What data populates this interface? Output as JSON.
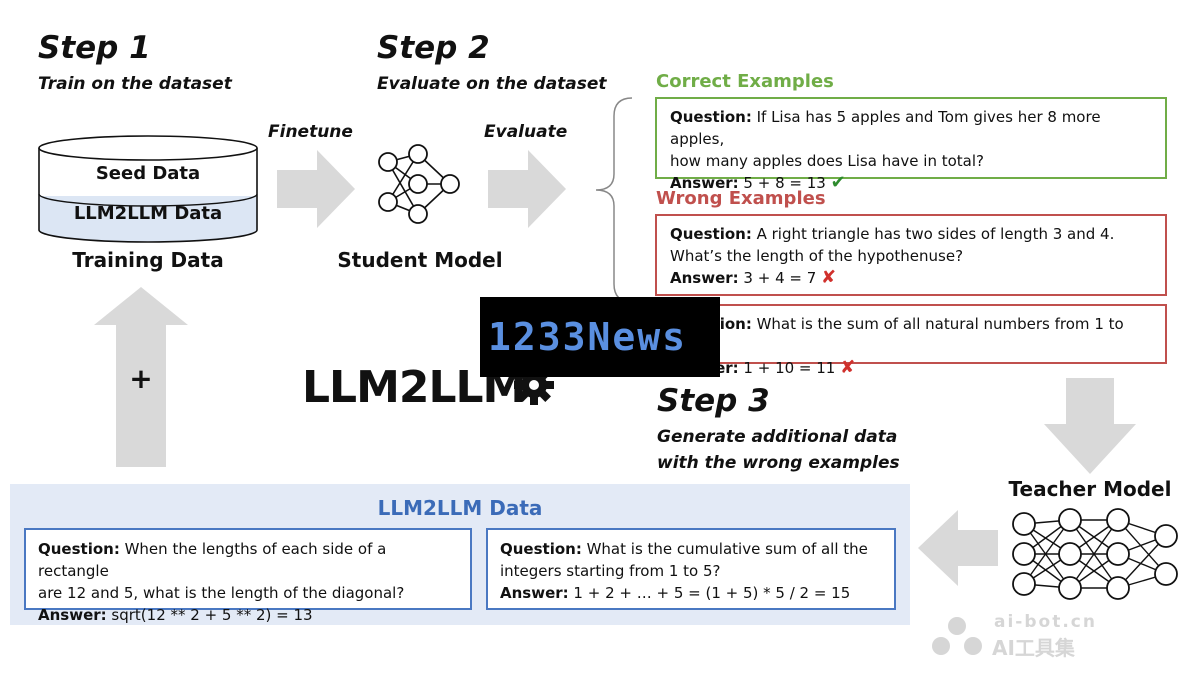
{
  "step1": {
    "title": "Step 1",
    "subtitle": "Train on the dataset"
  },
  "step2": {
    "title": "Step 2",
    "subtitle": "Evaluate on the dataset"
  },
  "step3": {
    "title": "Step 3",
    "subtitle_line1": "Generate additional data",
    "subtitle_line2": "with the wrong examples"
  },
  "training": {
    "seed_label": "Seed Data",
    "llm_label": "LLM2LLM Data",
    "caption": "Training Data"
  },
  "arrows": {
    "finetune": "Finetune",
    "evaluate": "Evaluate",
    "plus": "+"
  },
  "student": {
    "caption": "Student Model"
  },
  "teacher": {
    "caption": "Teacher Model"
  },
  "logo": {
    "text": "LLM2LLM"
  },
  "correct": {
    "title": "Correct Examples",
    "question_key": "Question:",
    "question_line1": " If Lisa has 5 apples and Tom gives her 8 more apples,",
    "question_line2": "how many apples does Lisa have in total?",
    "answer_key": "Answer:",
    "answer": " 5 + 8 = 13",
    "mark": "✔"
  },
  "wrong": {
    "title": "Wrong Examples",
    "ex1": {
      "question_key": "Question:",
      "question_line1": " A right triangle has two sides of length 3 and 4.",
      "question_line2": "What’s the length of the hypothenuse?",
      "answer_key": "Answer:",
      "answer": " 3 + 4 = 7",
      "mark": "✘"
    },
    "ex2": {
      "question_key": "Question:",
      "question": " What is the sum of all natural numbers from 1 to 10?",
      "answer_key": "Answer:",
      "answer": " 1 + 10 = 11",
      "mark": "✘"
    }
  },
  "llm2llm_data": {
    "title": "LLM2LLM Data",
    "box1": {
      "question_key": "Question:",
      "question_line1": " When the lengths of each side of a rectangle",
      "question_line2": "are 12 and 5, what is the length of the diagonal?",
      "answer_key": "Answer:",
      "answer": " sqrt(12 ** 2 + 5 ** 2) = 13"
    },
    "box2": {
      "question_key": "Question:",
      "question_line1": "  What is the cumulative sum of all the",
      "question_line2": "integers starting from 1 to 5?",
      "answer_key": "Answer:",
      "answer": " 1 + 2 + … + 5 = (1 + 5) * 5 / 2 = 15"
    }
  },
  "overlay": {
    "text": "1233News"
  },
  "watermark": {
    "line1": "ai-bot.cn",
    "line2": "AI工具集"
  },
  "colors": {
    "correct": "#70ad47",
    "wrong": "#c0504d",
    "panel": "#e3eaf6",
    "panel_title": "#3b6bb8",
    "arrow": "#d9d9d9"
  }
}
